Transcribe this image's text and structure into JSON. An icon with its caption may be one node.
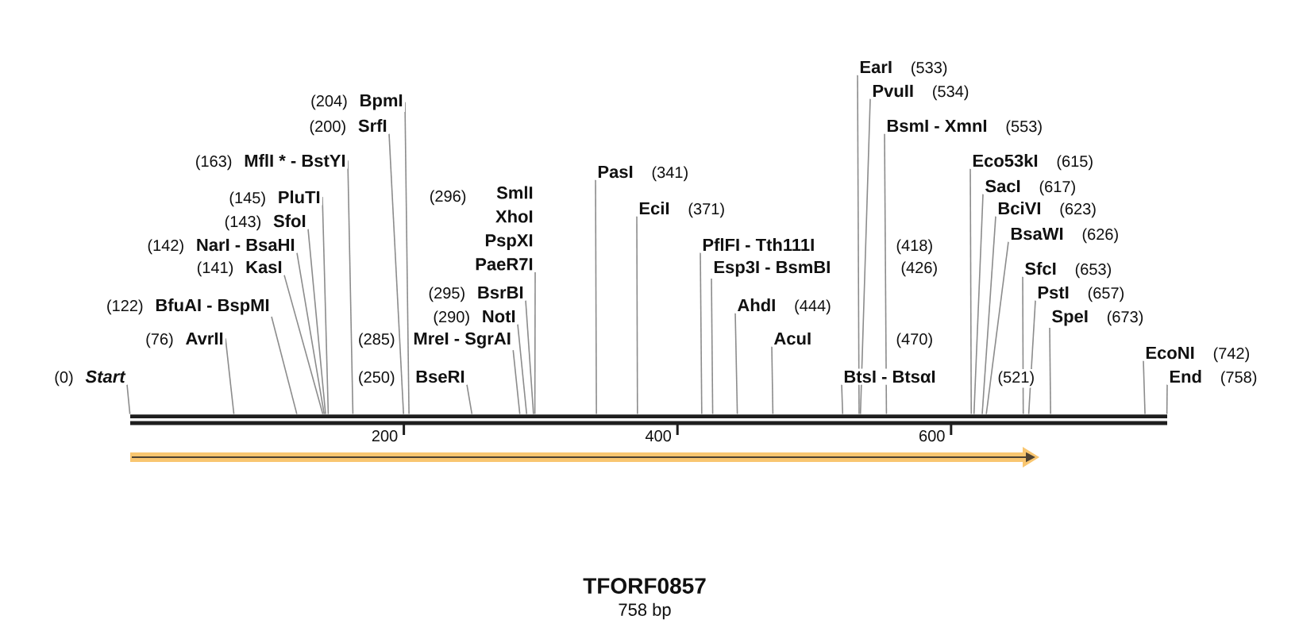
{
  "diagram": {
    "title": "TFORF0857",
    "caption": "758 bp",
    "nodes": [
      {
        "text": [
          "Start"
        ],
        "beside": [
          "(0)"
        ]
      },
      {
        "text": [
          "AvrII"
        ],
        "beside": [
          "(76)"
        ]
      },
      {
        "text": [
          "BfuAI - BspMI"
        ],
        "beside": [
          "(122)"
        ]
      },
      {
        "text": [
          "KasI"
        ],
        "beside": [
          "(141)"
        ]
      },
      {
        "text": [
          "NarI - BsaHI"
        ],
        "beside": [
          "(142)"
        ]
      },
      {
        "text": [
          "SfoI"
        ],
        "beside": [
          "(143)"
        ]
      },
      {
        "text": [
          "PluTI"
        ],
        "beside": [
          "(145)"
        ]
      },
      {
        "text": [
          "MflI * - BstYI"
        ],
        "beside": [
          "(163)"
        ]
      },
      {
        "text": [
          "SrfI"
        ],
        "beside": [
          "(200)"
        ]
      },
      {
        "text": [
          "BpmI"
        ],
        "beside": [
          "(204)"
        ]
      },
      {
        "text": [
          "BseRI"
        ],
        "beside": [
          "(250)"
        ]
      },
      {
        "text": [
          "MreI - SgrAI"
        ],
        "beside": [
          "(285)"
        ]
      },
      {
        "text": [
          "NotI"
        ],
        "beside": [
          "(290)"
        ]
      },
      {
        "text": [
          "BsrBI"
        ],
        "beside": [
          "(295)"
        ]
      },
      {
        "text": [
          "SmlI",
          "XhoI",
          "PspXI",
          "PaeR7I"
        ],
        "beside": [
          "(296)"
        ]
      },
      {
        "text": [
          "PasI"
        ],
        "beside": [
          "(341)"
        ]
      },
      {
        "text": [
          "EciI"
        ],
        "beside": [
          "(371)"
        ]
      },
      {
        "text": [
          "PflFI - Tth111I"
        ],
        "beside": [
          "(418)"
        ]
      },
      {
        "text": [
          "Esp3I - BsmBI"
        ],
        "beside": [
          "(426)"
        ]
      },
      {
        "text": [
          "AhdI"
        ],
        "beside": [
          "(444)"
        ]
      },
      {
        "text": [
          "AcuI"
        ],
        "beside": [
          "(470)"
        ]
      },
      {
        "text": [
          "BtsI - BtsαI"
        ],
        "beside": [
          "(521)"
        ]
      },
      {
        "text": [
          "EarI"
        ],
        "beside": [
          "(533)"
        ]
      },
      {
        "text": [
          "PvuII"
        ],
        "beside": [
          "(534)"
        ]
      },
      {
        "text": [
          "BsmI - XmnI"
        ],
        "beside": [
          "(553)"
        ]
      },
      {
        "text": [
          "Eco53kI"
        ],
        "beside": [
          "(615)"
        ]
      },
      {
        "text": [
          "SacI"
        ],
        "beside": [
          "(617)"
        ]
      },
      {
        "text": [
          "BciVI"
        ],
        "beside": [
          "(623)"
        ]
      },
      {
        "text": [
          "BsaWI"
        ],
        "beside": [
          "(626)"
        ]
      },
      {
        "text": [
          "SfcI"
        ],
        "beside": [
          "(653)"
        ]
      },
      {
        "text": [
          "PstI"
        ],
        "beside": [
          "(657)"
        ]
      },
      {
        "text": [
          "SpeI"
        ],
        "beside": [
          "(673)"
        ]
      },
      {
        "text": [
          "EcoNI"
        ],
        "beside": [
          "(742)"
        ]
      },
      {
        "text": [
          "End"
        ],
        "beside": [
          "(758)"
        ]
      },
      {
        "text": [],
        "shape": "bar"
      }
    ],
    "edges": [
      {
        "from": 0,
        "to": 34,
        "arrow": "none"
      },
      {
        "from": 1,
        "to": 34,
        "arrow": "none"
      },
      {
        "from": 2,
        "to": 34,
        "arrow": "none"
      },
      {
        "from": 3,
        "to": 34,
        "arrow": "none"
      },
      {
        "from": 4,
        "to": 34,
        "arrow": "none"
      },
      {
        "from": 5,
        "to": 34,
        "arrow": "none"
      },
      {
        "from": 6,
        "to": 34,
        "arrow": "none"
      },
      {
        "from": 7,
        "to": 34,
        "arrow": "none"
      },
      {
        "from": 8,
        "to": 34,
        "arrow": "none"
      },
      {
        "from": 9,
        "to": 34,
        "arrow": "none"
      },
      {
        "from": 10,
        "to": 34,
        "arrow": "none"
      },
      {
        "from": 11,
        "to": 34,
        "arrow": "none"
      },
      {
        "from": 12,
        "to": 34,
        "arrow": "none"
      },
      {
        "from": 13,
        "to": 34,
        "arrow": "none"
      },
      {
        "from": 14,
        "to": 34,
        "arrow": "none"
      },
      {
        "from": 15,
        "to": 34,
        "arrow": "none"
      },
      {
        "from": 16,
        "to": 34,
        "arrow": "none"
      },
      {
        "from": 17,
        "to": 34,
        "arrow": "none"
      },
      {
        "from": 18,
        "to": 34,
        "arrow": "none"
      },
      {
        "from": 19,
        "to": 34,
        "arrow": "none"
      },
      {
        "from": 20,
        "to": 34,
        "arrow": "none"
      },
      {
        "from": 21,
        "to": 34,
        "arrow": "none"
      },
      {
        "from": 22,
        "to": 34,
        "arrow": "none"
      },
      {
        "from": 23,
        "to": 34,
        "arrow": "none"
      },
      {
        "from": 24,
        "to": 34,
        "arrow": "none"
      },
      {
        "from": 25,
        "to": 34,
        "arrow": "none"
      },
      {
        "from": 26,
        "to": 34,
        "arrow": "none"
      },
      {
        "from": 27,
        "to": 34,
        "arrow": "none"
      },
      {
        "from": 28,
        "to": 34,
        "arrow": "none"
      },
      {
        "from": 29,
        "to": 34,
        "arrow": "none"
      },
      {
        "from": 30,
        "to": 34,
        "arrow": "none"
      },
      {
        "from": 31,
        "to": 34,
        "arrow": "none"
      },
      {
        "from": 32,
        "to": 34,
        "arrow": "none"
      },
      {
        "from": 33,
        "to": 34,
        "arrow": "none"
      }
    ],
    "labels": [
      "200",
      "400",
      "600"
    ]
  }
}
